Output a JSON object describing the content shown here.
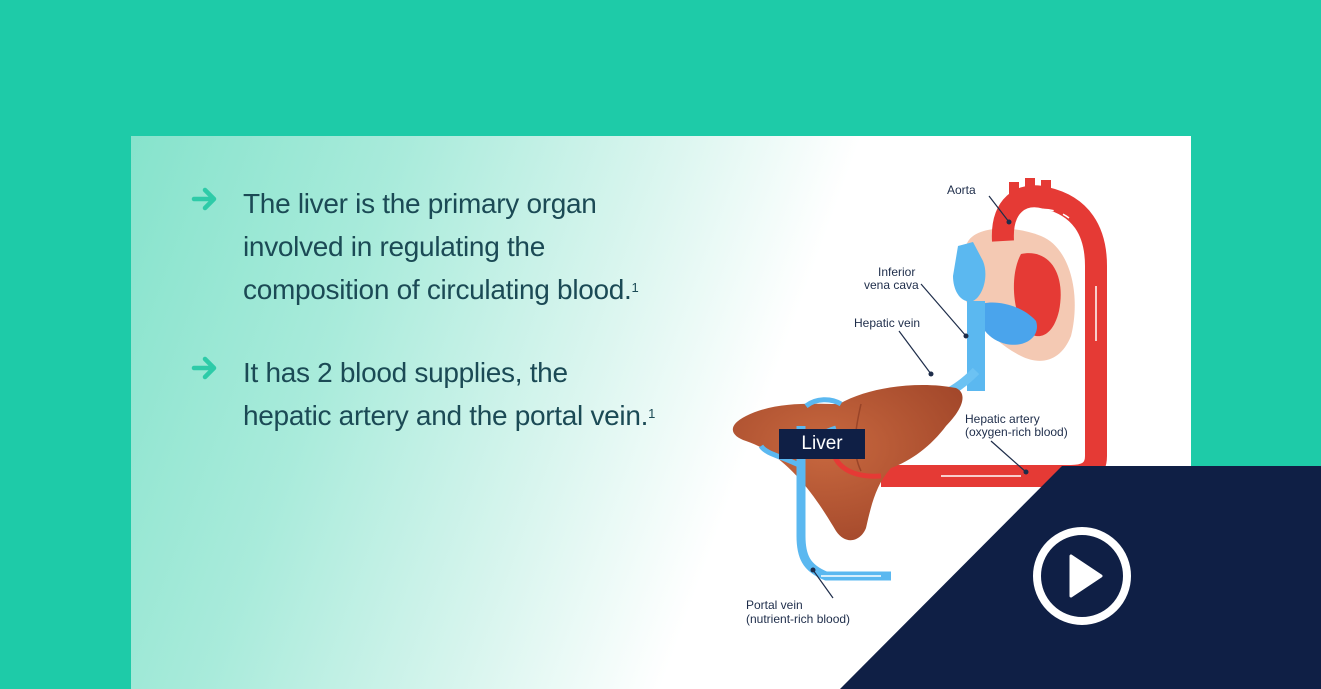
{
  "bullets": [
    {
      "lines": [
        "The liver is the primary organ",
        "involved in regulating the",
        "composition of circulating blood."
      ],
      "ref": "1"
    },
    {
      "lines": [
        "It has 2 blood supplies, the",
        "hepatic artery and the portal vein."
      ],
      "ref": "1"
    }
  ],
  "diagram": {
    "liver_label": "Liver",
    "labels": {
      "aorta": "Aorta",
      "inferior_vena_cava_1": "Inferior",
      "inferior_vena_cava_2": "vena cava",
      "hepatic_vein": "Hepatic vein",
      "hepatic_artery_1": "Hepatic artery",
      "hepatic_artery_2": "(oxygen-rich blood)",
      "portal_vein_1": "Portal vein",
      "portal_vein_2": "(nutrient-rich blood)"
    }
  },
  "colors": {
    "background": "#1ecba8",
    "accent_arrow": "#2ecba8",
    "text": "#1b4a55",
    "artery_red": "#e53a35",
    "vein_blue": "#5bb8f0",
    "liver_brown": "#b5532f",
    "navy": "#0f1f45"
  },
  "icons": [
    "arrow-right-icon",
    "play-icon"
  ]
}
